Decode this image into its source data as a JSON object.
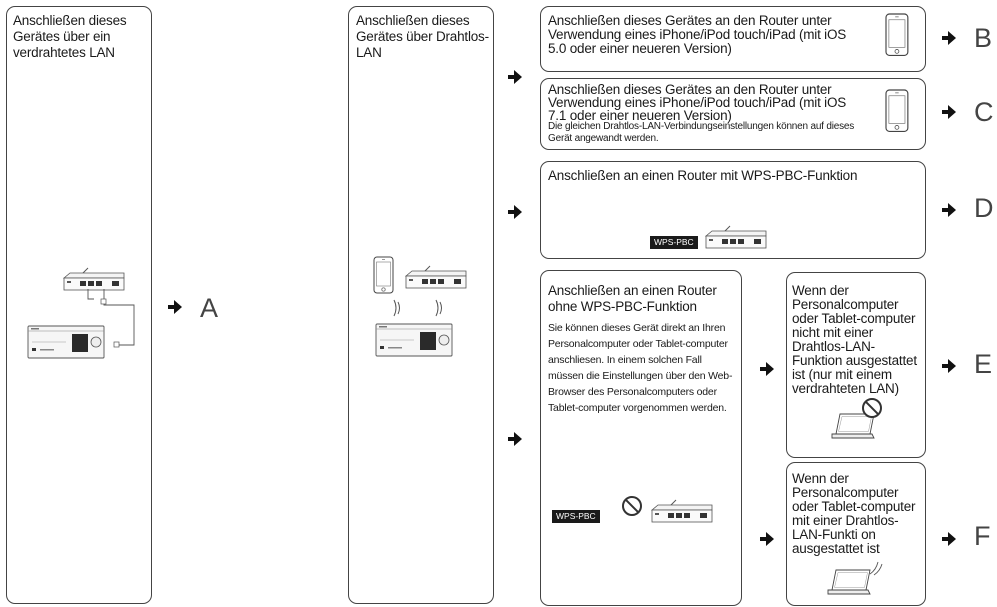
{
  "wired": {
    "text": "Anschließen dieses Gerätes über ein verdrahtetes LAN",
    "result": "A"
  },
  "wireless": {
    "text": "Anschließen dieses Gerätes über Drahtlos-LAN"
  },
  "option_b": {
    "text": "Anschließen dieses Gerätes an den Router unter Verwendung eines iPhone/iPod touch/iPad (mit iOS 5.0 oder einer neueren Version)",
    "result": "B"
  },
  "option_c": {
    "text": "Anschließen dieses Gerätes an den Router unter Verwendung eines iPhone/iPod touch/iPad (mit iOS 7.1 oder einer neueren Version)",
    "note": "Die gleichen Drahtlos-LAN-Verbindungseinstellungen können auf dieses Gerät angewandt werden.",
    "result": "C"
  },
  "option_d": {
    "text": "Anschließen an einen Router mit WPS-PBC-Funktion",
    "badge": "WPS-PBC",
    "result": "D"
  },
  "option_nowps": {
    "title": "Anschließen an einen Router ohne WPS-PBC-Funktion",
    "note": "Sie können dieses Gerät direkt an Ihren Personalcomputer oder Tablet-computer anschliesen. In einem solchen Fall müssen die Einstellungen über den Web-Browser des Personalcomputers oder Tablet-computer vorgenommen werden.",
    "badge": "WPS-PBC"
  },
  "option_e": {
    "text": "Wenn der Personalcomputer oder Tablet-computer nicht mit einer Drahtlos-LAN-Funktion ausgestattet ist (nur mit einem verdrahteten LAN)",
    "result": "E"
  },
  "option_f": {
    "text": "Wenn der Personalcomputer oder Tablet-computer mit einer Drahtlos-LAN-Funkti on ausgestattet ist",
    "result": "F"
  },
  "icons": [
    "arrow-right-icon",
    "router-icon",
    "receiver-icon",
    "smartphone-icon",
    "laptop-icon",
    "wifi-icon",
    "prohibited-icon"
  ]
}
